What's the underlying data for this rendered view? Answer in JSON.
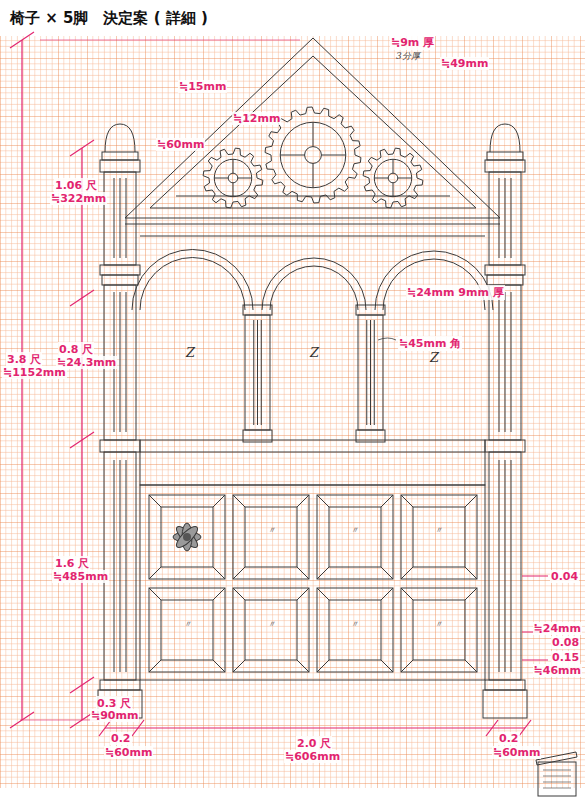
{
  "diagram": {
    "title": "椅子 × 5脚　決定案 ( 詳細 )",
    "labels": [
      "≒15mm",
      "≒9m 厚",
      "3分厚",
      "≒49mm",
      "≒12mm",
      "≒60mm",
      "1.06 尺",
      "≒322mm",
      "≒24mm 9mm 厚",
      "0.8 尺",
      "≒24.3mm",
      "≒45mm 角",
      "3.8 尺",
      "≒1152mm",
      "1.6 尺",
      "≒485mm",
      "0.04",
      "≒24mm",
      "0.08",
      "0.15",
      "≒46mm",
      "0.3 尺",
      "≒90mm",
      "0.2",
      "≒60mm",
      "2.0 尺",
      "≒606mm",
      "0.2",
      "≒60mm",
      "Z",
      "Z",
      "Z",
      "〃",
      "〃",
      "〃",
      "〃",
      "〃",
      "〃",
      "〃"
    ]
  }
}
